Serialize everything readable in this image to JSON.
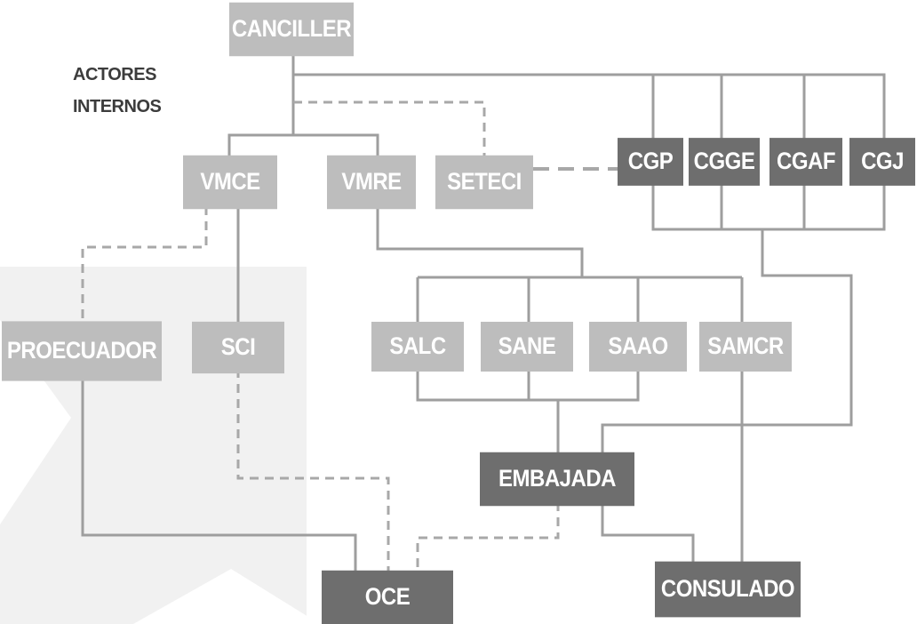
{
  "caption": [
    "ACTORES",
    "INTERNOS"
  ],
  "nodes": {
    "canciller": "CANCILLER",
    "vmce": "VMCE",
    "vmre": "VMRE",
    "seteci": "SETECI",
    "cgp": "CGP",
    "cgge": "CGGE",
    "cgaf": "CGAF",
    "cgj": "CGJ",
    "proecuador": "PROECUADOR",
    "sci": "SCI",
    "salc": "SALC",
    "sane": "SANE",
    "saao": "SAAO",
    "samcr": "SAMCR",
    "embajada": "EMBAJADA",
    "oce": "OCE",
    "consulado": "CONSULADO"
  },
  "colors": {
    "light_box": "#bdbdbd",
    "dark_box": "#6e6e6e",
    "line": "#9e9e9e",
    "dashed_line": "#a8a8a8",
    "watermark": "#f1f1f1",
    "caption_text": "#3c3c3c"
  }
}
